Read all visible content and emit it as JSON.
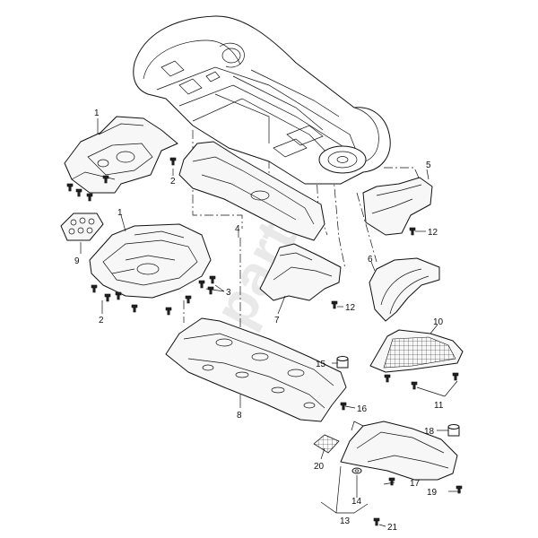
{
  "watermark": "parts",
  "callouts": [
    {
      "id": "c1a",
      "text": "1"
    },
    {
      "id": "c1b",
      "text": "1"
    },
    {
      "id": "c2a",
      "text": "2"
    },
    {
      "id": "c2b",
      "text": "2"
    },
    {
      "id": "c3",
      "text": "3"
    },
    {
      "id": "c4",
      "text": "4"
    },
    {
      "id": "c5",
      "text": "5"
    },
    {
      "id": "c6",
      "text": "6"
    },
    {
      "id": "c7",
      "text": "7"
    },
    {
      "id": "c8",
      "text": "8"
    },
    {
      "id": "c9",
      "text": "9"
    },
    {
      "id": "c10",
      "text": "10"
    },
    {
      "id": "c11",
      "text": "11"
    },
    {
      "id": "c12a",
      "text": "12"
    },
    {
      "id": "c12b",
      "text": "12"
    },
    {
      "id": "c13",
      "text": "13"
    },
    {
      "id": "c14",
      "text": "14"
    },
    {
      "id": "c15",
      "text": "15"
    },
    {
      "id": "c16",
      "text": "16"
    },
    {
      "id": "c17",
      "text": "17"
    },
    {
      "id": "c18",
      "text": "18"
    },
    {
      "id": "c19",
      "text": "19"
    },
    {
      "id": "c20",
      "text": "20"
    },
    {
      "id": "c21",
      "text": "21"
    }
  ]
}
